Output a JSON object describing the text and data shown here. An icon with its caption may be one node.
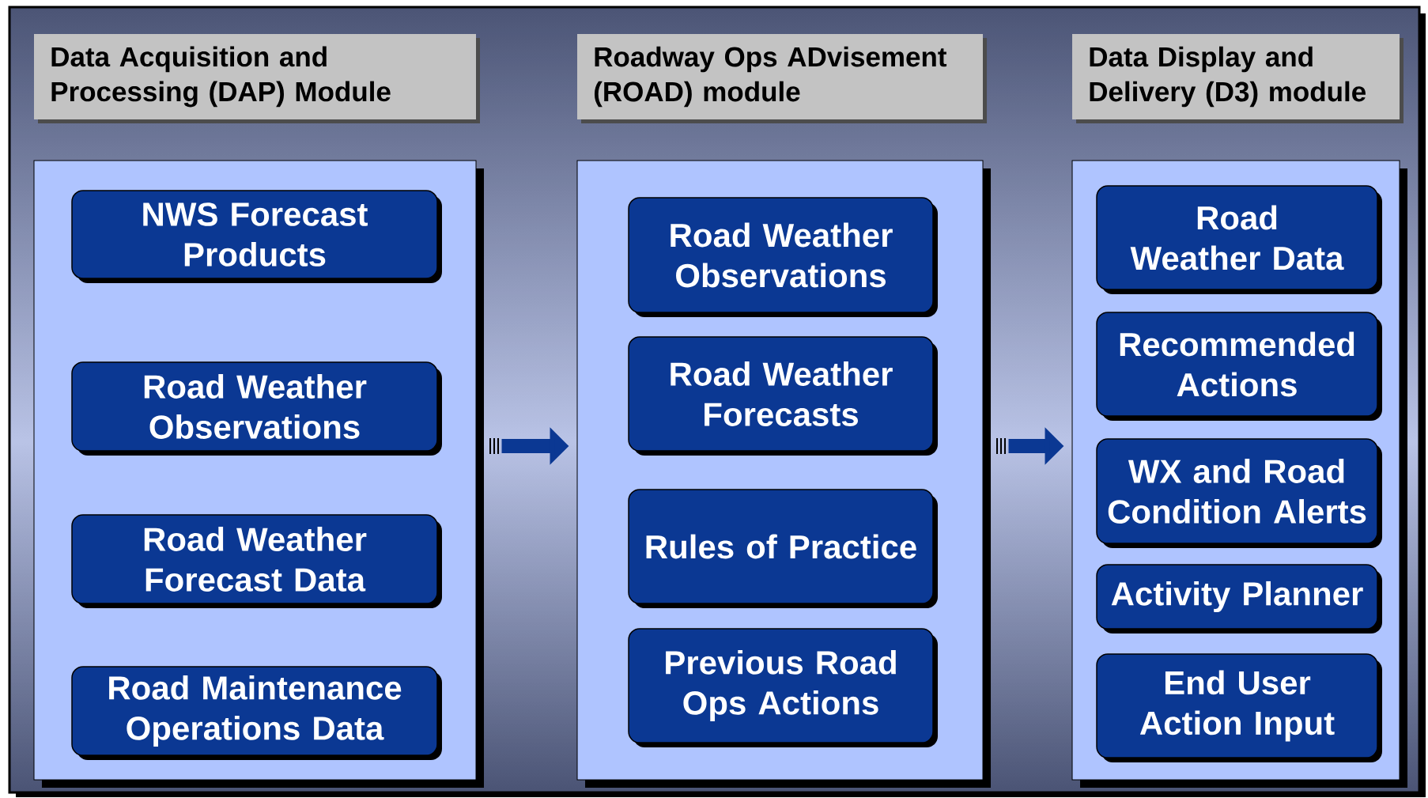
{
  "diagram": {
    "nodes": [
      {
        "text": [
          "Data Acquisition and Processing (DAP) Module"
        ]
      },
      {
        "text": [],
        "shape": "box"
      },
      {
        "text": [
          "NWS Forecast Products"
        ],
        "in": 1
      },
      {
        "text": [
          "Road Weather Observations"
        ],
        "in": 1
      },
      {
        "text": [
          "Road Weather Forecast Data"
        ],
        "in": 1
      },
      {
        "text": [
          "Road Maintenance Operations Data"
        ],
        "in": 1
      },
      {
        "text": [
          "Roadway Ops ADvisement (ROAD) module"
        ]
      },
      {
        "text": [],
        "shape": "box"
      },
      {
        "text": [
          "Road Weather Observations"
        ],
        "in": 7
      },
      {
        "text": [
          "Road Weather Forecasts"
        ],
        "in": 7
      },
      {
        "text": [
          "Rules of Practice"
        ],
        "in": 7
      },
      {
        "text": [
          "Previous Road Ops Actions"
        ],
        "in": 7
      },
      {
        "text": [
          "Data Display and Delivery (D3) module"
        ]
      },
      {
        "text": [],
        "shape": "box"
      },
      {
        "text": [
          "Road Weather Data"
        ],
        "in": 13
      },
      {
        "text": [
          "Recommended Actions"
        ],
        "in": 13
      },
      {
        "text": [
          "WX and Road Condition Alerts"
        ],
        "in": 13
      },
      {
        "text": [
          "Activity Planner"
        ],
        "in": 13
      },
      {
        "text": [
          "End User Action Input"
        ],
        "in": 13
      }
    ],
    "edges": [
      {
        "from": 1,
        "to": 7,
        "arrow": "to"
      },
      {
        "from": 7,
        "to": 13,
        "arrow": "to"
      }
    ]
  }
}
